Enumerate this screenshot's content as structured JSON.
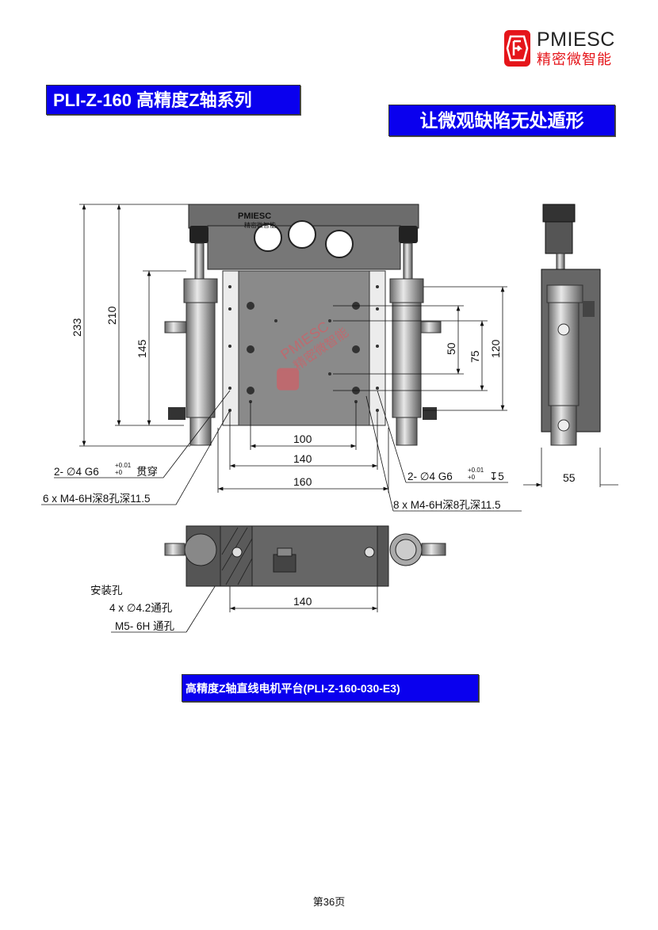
{
  "logo": {
    "brand_en": "PMIESC",
    "brand_cn": "精密微智能"
  },
  "header": {
    "series_title": "PLI-Z-160 高精度Z轴系列",
    "slogan": "让微观缺陷无处遁形"
  },
  "front_view": {
    "plate_logo": "PMIESC",
    "plate_logo_cn": "精密微智能",
    "dims": {
      "total_height": "233",
      "height_210": "210",
      "height_145": "145",
      "v50": "50",
      "v75": "75",
      "v120": "120",
      "w100": "100",
      "w140": "140",
      "w160": "160"
    },
    "notes": {
      "left_pin": "2- ∅4 G6",
      "left_pin_tol_upper": "+0.01",
      "left_pin_tol_lower": "+0",
      "left_pin_suffix": "贯穿",
      "left_thread": "6 x M4-6H深8孔深11.5",
      "right_pin": "2- ∅4 G6",
      "right_pin_tol_upper": "+0.01",
      "right_pin_tol_lower": "+0",
      "right_pin_suffix": "↧5",
      "right_thread": "8 x M4-6H深8孔深11.5"
    }
  },
  "side_view": {
    "dims": {
      "depth": "55"
    }
  },
  "bottom_view": {
    "dims": {
      "w140": "140"
    },
    "mount_label": "安装孔",
    "mount_holes": "4 x ∅4.2通孔",
    "mount_thread": "M5- 6H 通孔"
  },
  "watermark": {
    "en": "PMIESC",
    "cn": "精密微智能"
  },
  "caption": "高精度Z轴直线电机平台(PLI-Z-160-030-E3)",
  "footer": {
    "page": "第36页"
  }
}
